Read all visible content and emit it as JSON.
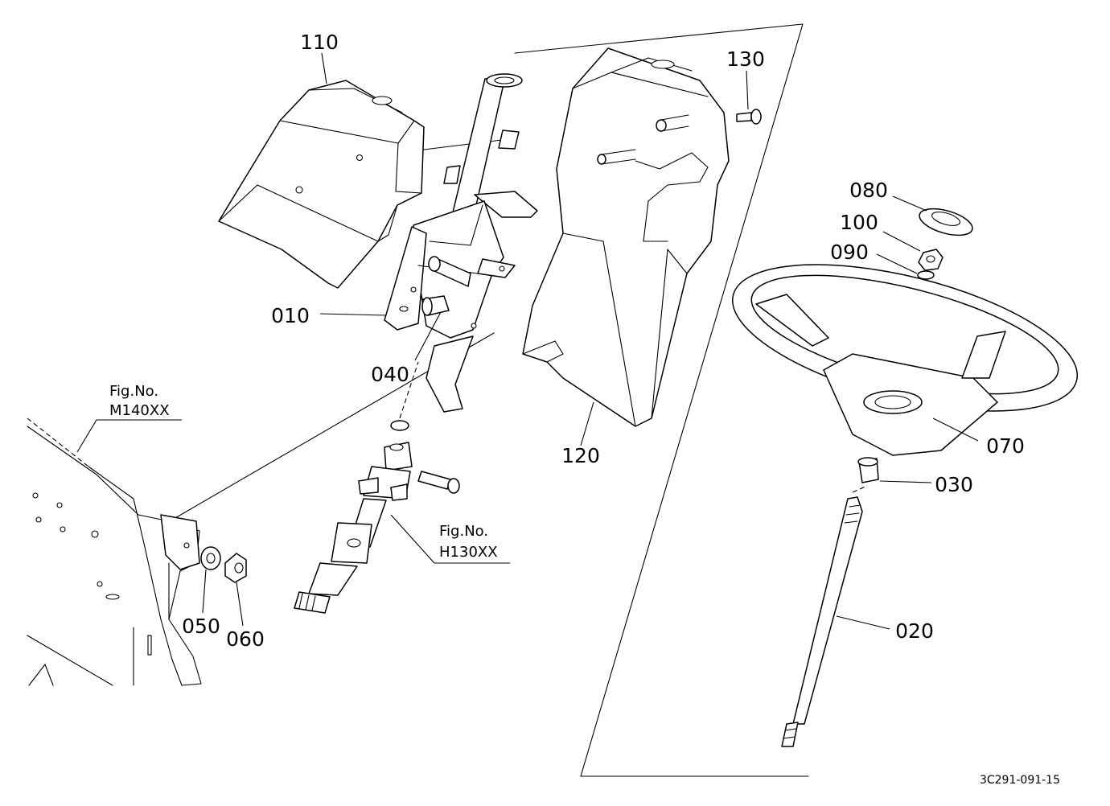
{
  "parts": [
    {
      "id": "p110",
      "label": "110"
    },
    {
      "id": "p130",
      "label": "130"
    },
    {
      "id": "p080",
      "label": "080"
    },
    {
      "id": "p100",
      "label": "100"
    },
    {
      "id": "p090",
      "label": "090"
    },
    {
      "id": "p010",
      "label": "010"
    },
    {
      "id": "p040",
      "label": "040"
    },
    {
      "id": "p120",
      "label": "120"
    },
    {
      "id": "p070",
      "label": "070"
    },
    {
      "id": "p030",
      "label": "030"
    },
    {
      "id": "p020",
      "label": "020"
    },
    {
      "id": "p050",
      "label": "050"
    },
    {
      "id": "p060",
      "label": "060"
    }
  ],
  "figure_refs": [
    {
      "line1": "Fig.No.",
      "line2": "M140XX"
    },
    {
      "line1": "Fig.No.",
      "line2": "H130XX"
    }
  ],
  "drawing_code": "3C291-091-15"
}
